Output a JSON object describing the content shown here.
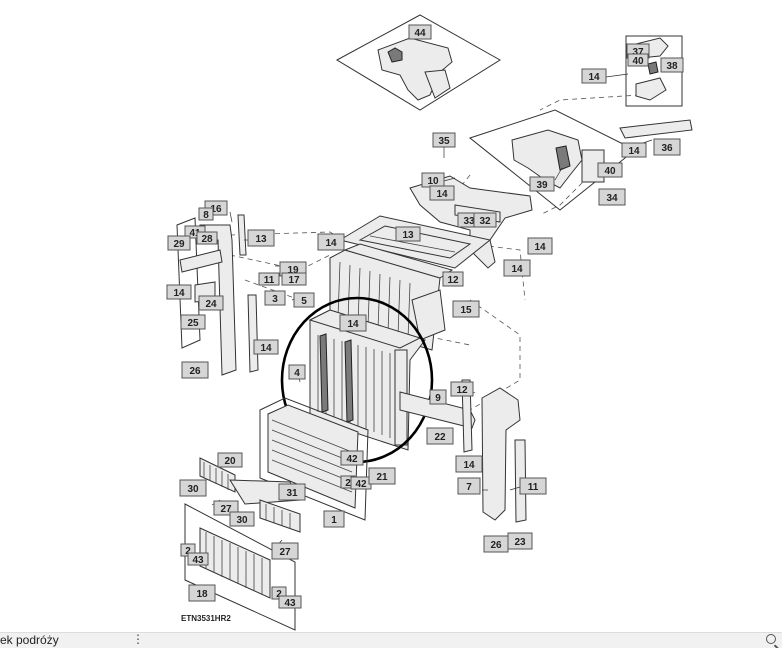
{
  "drawing_code": "ETN3531HR2",
  "bottom_bar": {
    "caption": "ek podróży",
    "more_symbol": "⋮"
  },
  "callouts": [
    {
      "label": "44"
    },
    {
      "label": "37"
    },
    {
      "label": "40"
    },
    {
      "label": "38"
    },
    {
      "label": "14"
    },
    {
      "label": "35"
    },
    {
      "label": "14"
    },
    {
      "label": "36"
    },
    {
      "label": "40"
    },
    {
      "label": "10"
    },
    {
      "label": "14"
    },
    {
      "label": "39"
    },
    {
      "label": "34"
    },
    {
      "label": "33"
    },
    {
      "label": "32"
    },
    {
      "label": "14"
    },
    {
      "label": "16"
    },
    {
      "label": "8"
    },
    {
      "label": "13"
    },
    {
      "label": "41"
    },
    {
      "label": "28"
    },
    {
      "label": "29"
    },
    {
      "label": "14"
    },
    {
      "label": "13"
    },
    {
      "label": "19"
    },
    {
      "label": "11"
    },
    {
      "label": "17"
    },
    {
      "label": "12"
    },
    {
      "label": "14"
    },
    {
      "label": "3"
    },
    {
      "label": "5"
    },
    {
      "label": "15"
    },
    {
      "label": "14"
    },
    {
      "label": "24"
    },
    {
      "label": "25"
    },
    {
      "label": "14"
    },
    {
      "label": "14"
    },
    {
      "label": "26"
    },
    {
      "label": "4"
    },
    {
      "label": "12"
    },
    {
      "label": "9"
    },
    {
      "label": "22"
    },
    {
      "label": "14"
    },
    {
      "label": "42"
    },
    {
      "label": "2"
    },
    {
      "label": "42"
    },
    {
      "label": "21"
    },
    {
      "label": "20"
    },
    {
      "label": "30"
    },
    {
      "label": "31"
    },
    {
      "label": "27"
    },
    {
      "label": "30"
    },
    {
      "label": "1"
    },
    {
      "label": "7"
    },
    {
      "label": "11"
    },
    {
      "label": "2"
    },
    {
      "label": "43"
    },
    {
      "label": "27"
    },
    {
      "label": "26"
    },
    {
      "label": "23"
    },
    {
      "label": "18"
    },
    {
      "label": "2"
    },
    {
      "label": "43"
    }
  ]
}
